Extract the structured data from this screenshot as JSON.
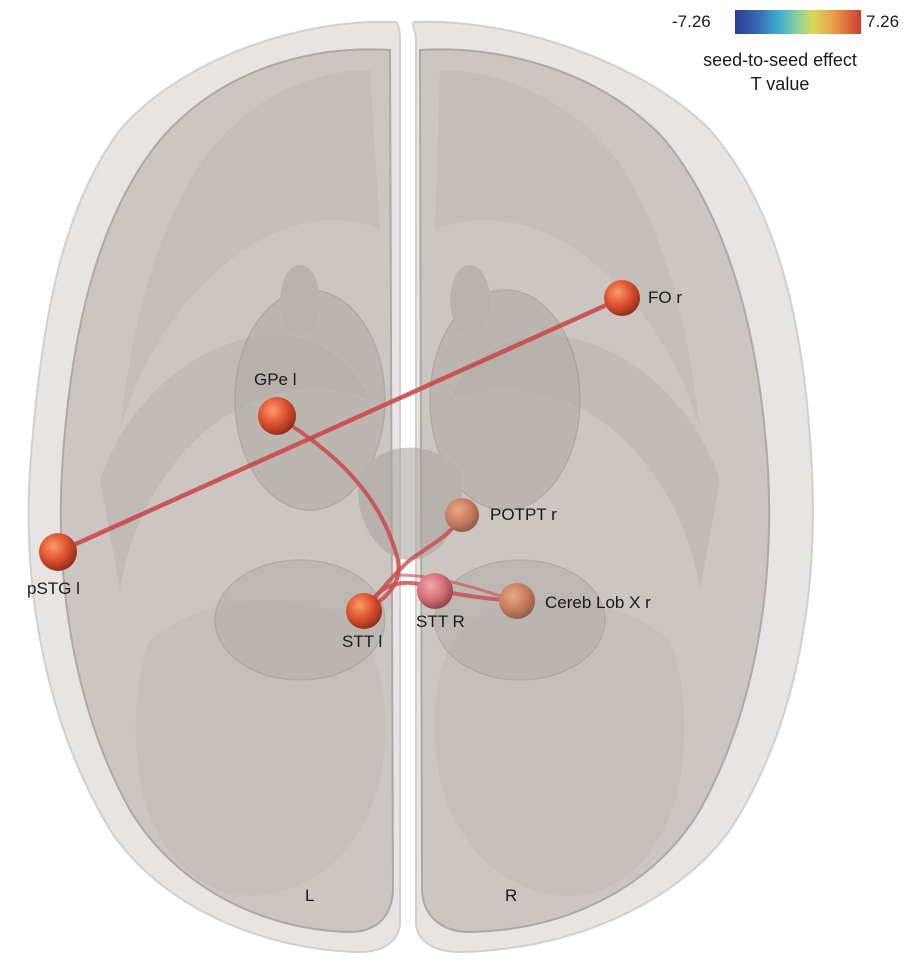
{
  "colorbar": {
    "min_label": "-7.26",
    "max_label": "7.26",
    "title_line1": "seed-to-seed effect",
    "title_line2": "T value"
  },
  "orientation": {
    "left": "L",
    "right": "R"
  },
  "nodes": {
    "fo_r": "FO r",
    "gpe_l": "GPe l",
    "potpt_r": "POTPT r",
    "pstg_l": "pSTG l",
    "stt_l": "STT l",
    "stt_r": "STT R",
    "cereb": "Cereb Lob X r"
  },
  "colors": {
    "node": "#d9502e",
    "edge": "#c94a4a",
    "brain": "#b9b2ac"
  }
}
